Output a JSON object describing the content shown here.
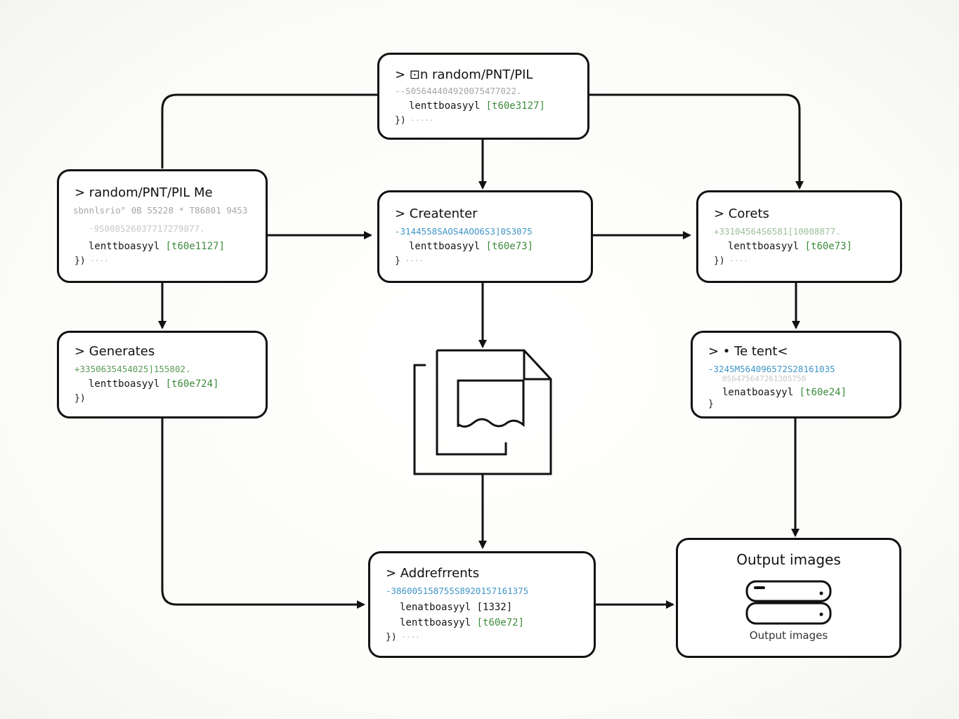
{
  "nodes": {
    "top": {
      "title": "> ⊡n  random/PNT/PIL",
      "hex": "--S05644404920075477022.",
      "code": "lenttboasyyl",
      "code_ref": "[t60e3127]",
      "close": "})"
    },
    "left1": {
      "title": "> random/PNT/PIL Me",
      "hex": "sbnnlsrio° 0B 55228 * T86801 9453",
      "hex2": "·9S008S26037717279877.",
      "code": "lenttboasyyl",
      "code_ref": "[t60e1127]",
      "close": "})"
    },
    "center1": {
      "title": "> Createnter",
      "hex": "-3144558SAOS4AOO6S3]0S3075",
      "code": "lenttboasyyl",
      "code_ref": "[t60e73]",
      "close": "}"
    },
    "right1": {
      "title": "> Corets",
      "hex": "+33104564S6581[10008877.",
      "code": "lenttboasyyl",
      "code_ref": "[t60e73]",
      "close": "})"
    },
    "left2": {
      "title": "> Generates",
      "hex": "+3350635454025]155802.",
      "code": "lenttboasyyl",
      "code_ref": "[t60e724]",
      "close": "})"
    },
    "right2": {
      "title": "> •  Te tent<",
      "hex": "-3245M564096572S28161035",
      "hex2": "0S6475647261305750",
      "code": "lenatboasyyl",
      "code_ref": "[t60e24]",
      "close": "}"
    },
    "bottom": {
      "title": "> Addrefrrents",
      "hex": "-386005158755S8920157161375",
      "code": "lenatboasyyl",
      "code_b_ref": "[1332]",
      "code2": "lenttboasyyl",
      "code2_ref": "[t60e72]",
      "close": "})"
    },
    "output": {
      "title": "Output images",
      "caption": "Output images"
    }
  },
  "icons": {
    "document": "document-image-icon",
    "storage": "storage-drives-icon"
  },
  "colors": {
    "stroke": "#111111",
    "hex_blue": "#3e95c8",
    "hex_green": "#5a9a55",
    "code_green": "#3d8a3d"
  }
}
